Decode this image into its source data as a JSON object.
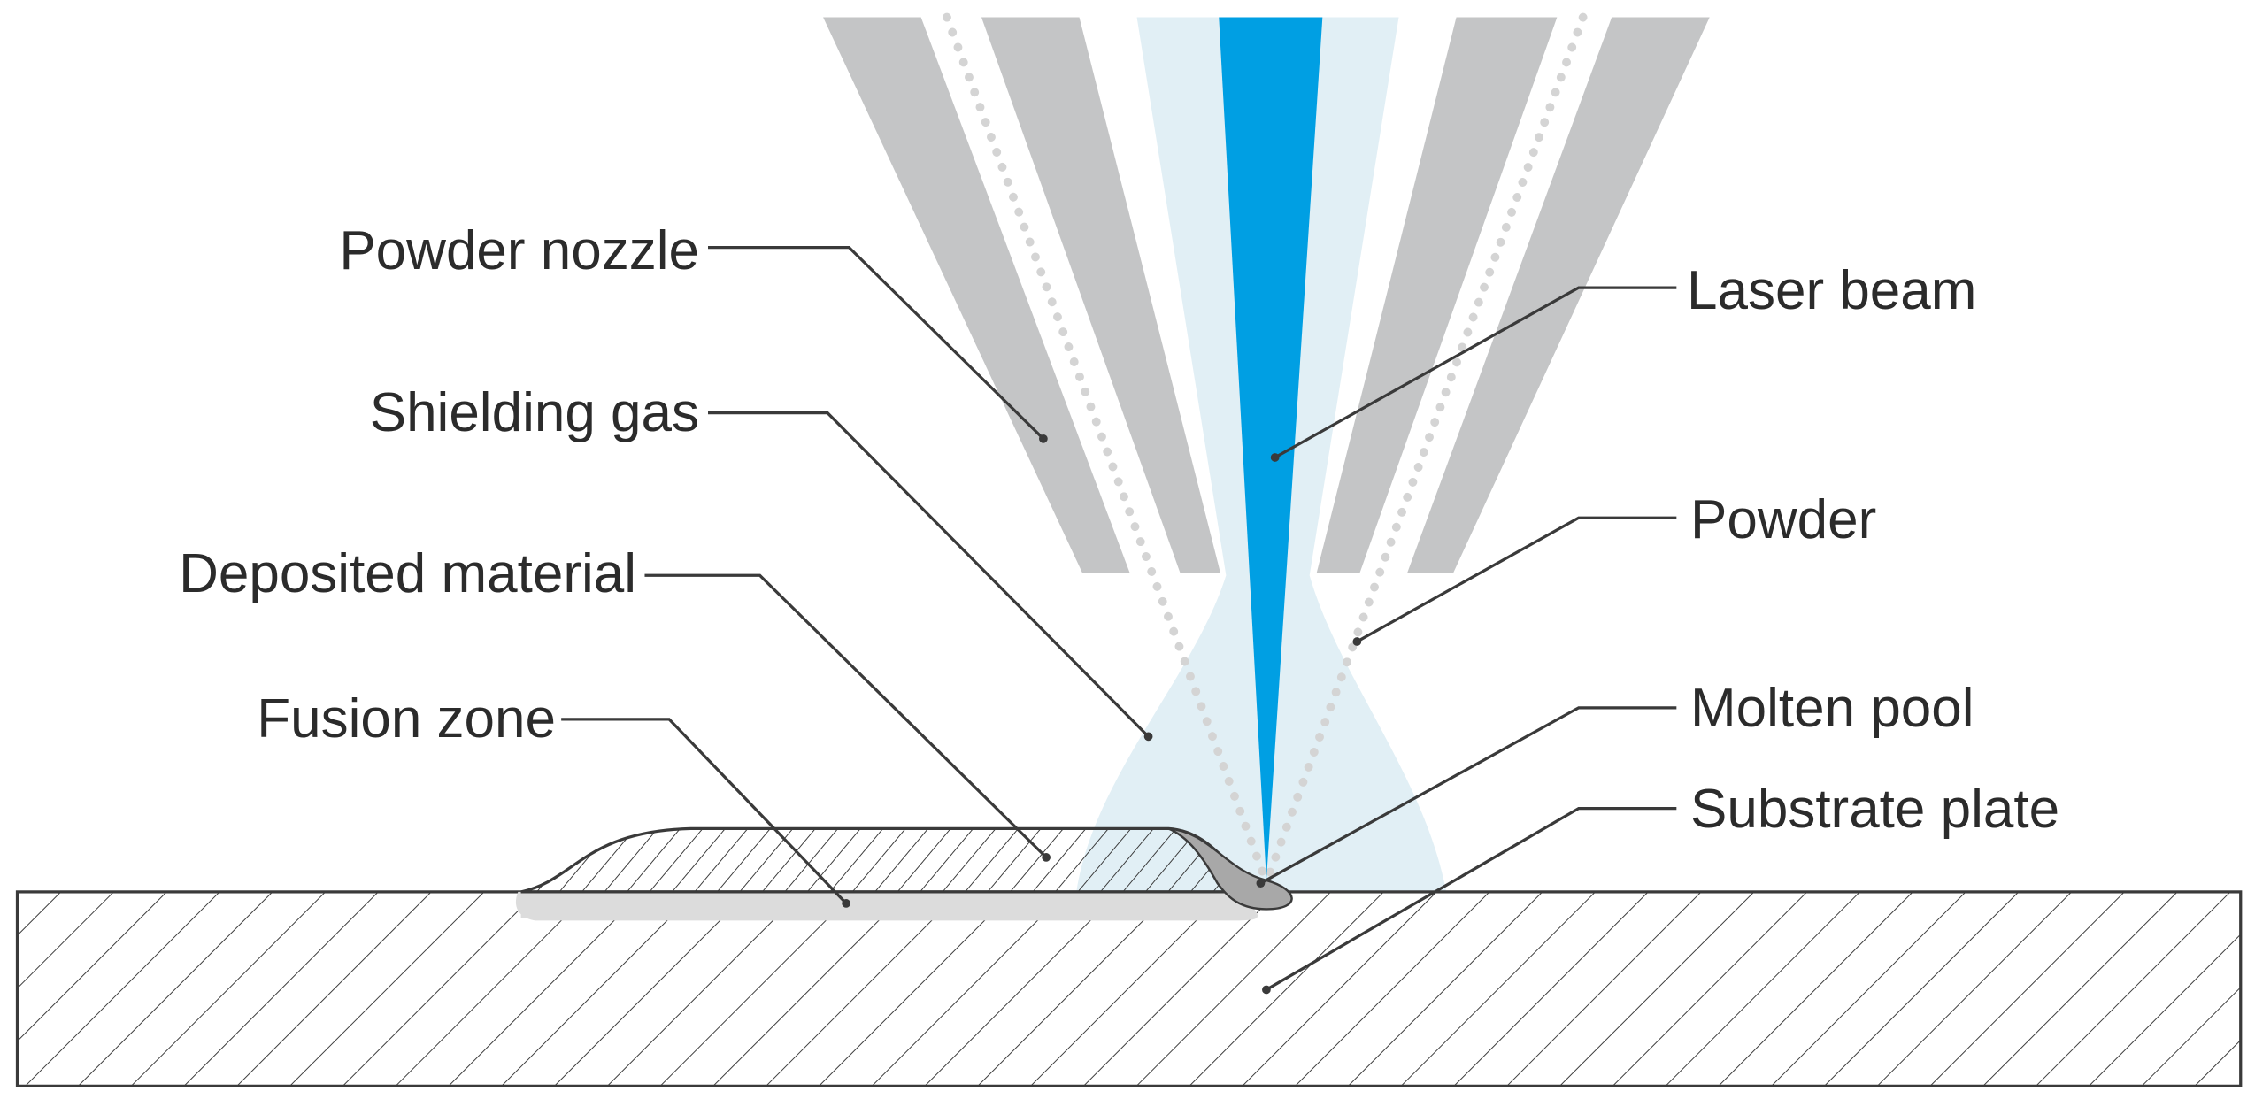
{
  "labels": {
    "powder_nozzle": "Powder nozzle",
    "shielding_gas": "Shielding gas",
    "deposited_material": "Deposited material",
    "fusion_zone": "Fusion zone",
    "laser_beam": "Laser beam",
    "powder": "Powder",
    "molten_pool": "Molten pool",
    "substrate_plate": "Substrate plate"
  },
  "colors": {
    "laser": "#009fe3",
    "shielding_gas": "#e1eff5",
    "nozzle": "#c4c5c6",
    "powder_dots": "#d4d4d4",
    "fusion_zone": "#dcdcdc",
    "molten_pool": "#a8a8a8",
    "outline": "#3a3a3a",
    "text": "#2b2b2b"
  }
}
